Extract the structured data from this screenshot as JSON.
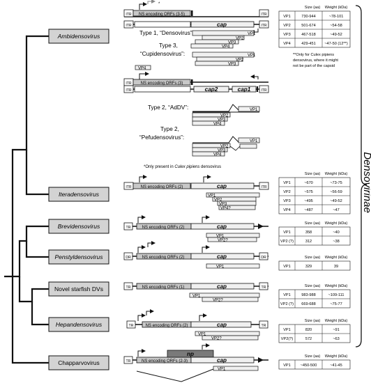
{
  "subfamily": "Densovirinae",
  "genera": {
    "ambidensovirus": "Ambidensovirus",
    "iteradensovirus": "Iteradensovirus",
    "brevidensovirus": "Brevidensovirus",
    "penstyldensovirus": "Penstyldensovirus",
    "novel_starfish": "Novel starfish DVs",
    "hepandensovirus": "Hepandensovirus",
    "chapparvovirus": "Chapparvovirus"
  },
  "ambi": {
    "type1": "Type 1, “Densovirus”:",
    "type3a": "Type 3,",
    "type3b": "“Cupidensovirus”:",
    "type2a": "Type 2, “AdDV”:",
    "type2b": "Type 2,",
    "type2c": "“Pefudensovirus”:",
    "footnote_star": "*Only present in ",
    "footnote_star_species": "Culex pipiens",
    "footnote_star_tail": " densovirus",
    "footnote_dstar1": "**Only for Culex pipiens",
    "footnote_dstar2": "densovirus, where it might",
    "footnote_dstar3": "not be part of the capsid",
    "star": "*"
  },
  "genome": {
    "itr": "ITR",
    "tr": "TR",
    "dr": "DR",
    "ns_ambi1": "NS encoding ORFs (3-5)",
    "ns_ambi2": "NS encoding ORFs (3)",
    "ns_itera": "NS encoding ORFs (2)",
    "ns_brevi": "NS encoding ORFs (2)",
    "ns_penstyl": "NS encoding ORFs (2)",
    "ns_starfish": "NS encoding ORFs (1)",
    "ns_hepan": "NS encoding ORFs (2)",
    "ns_chap": "NS encoding ORFs (2-3)",
    "cap": "cap",
    "cap2": "cap2",
    "cap1": "cap1",
    "np": "np"
  },
  "vp": {
    "vp1": "VP1",
    "vp2": "VP2",
    "vp3": "VP3",
    "vp4": "VP4",
    "vp2q": "VP2?",
    "vp4q": "VP4?"
  },
  "tables": {
    "hdr_size": "Size (aa)",
    "hdr_weight": "Weight (kDa)",
    "ambi": [
      [
        "VP1",
        "730-944",
        "~78-101"
      ],
      [
        "VP2",
        "501-674",
        "~54-58"
      ],
      [
        "VP3",
        "467-518",
        "~49-52"
      ],
      [
        "VP4",
        "429-451",
        "~47-50 (12**)"
      ]
    ],
    "itera": [
      [
        "VP1",
        "~670",
        "~73-75"
      ],
      [
        "VP2",
        "~575",
        "~56-59"
      ],
      [
        "VP3",
        "~495",
        "~49-52"
      ],
      [
        "VP4",
        "~487",
        "~47"
      ]
    ],
    "brevi": [
      [
        "VP1",
        "358",
        "~40"
      ],
      [
        "VP2 (?)",
        "312",
        "~38"
      ]
    ],
    "penstyl": [
      [
        "VP1",
        "329",
        "39"
      ]
    ],
    "starfish": [
      [
        "VP1",
        "983-988",
        "~109-111"
      ],
      [
        "VP2 (?)",
        "669-688",
        "~75-77"
      ]
    ],
    "hepan": [
      [
        "VP1",
        "820",
        "~91"
      ],
      [
        "VP2(?)",
        "572",
        "~63"
      ]
    ],
    "chap": [
      [
        "VP1",
        "~450-500",
        "~41-45"
      ]
    ]
  },
  "colors": {
    "genus_box": "#d3d3d3",
    "ns_bar": "#c8c8c8",
    "cap_box": "#f0f0f0",
    "np_box": "#7a7a7a"
  }
}
